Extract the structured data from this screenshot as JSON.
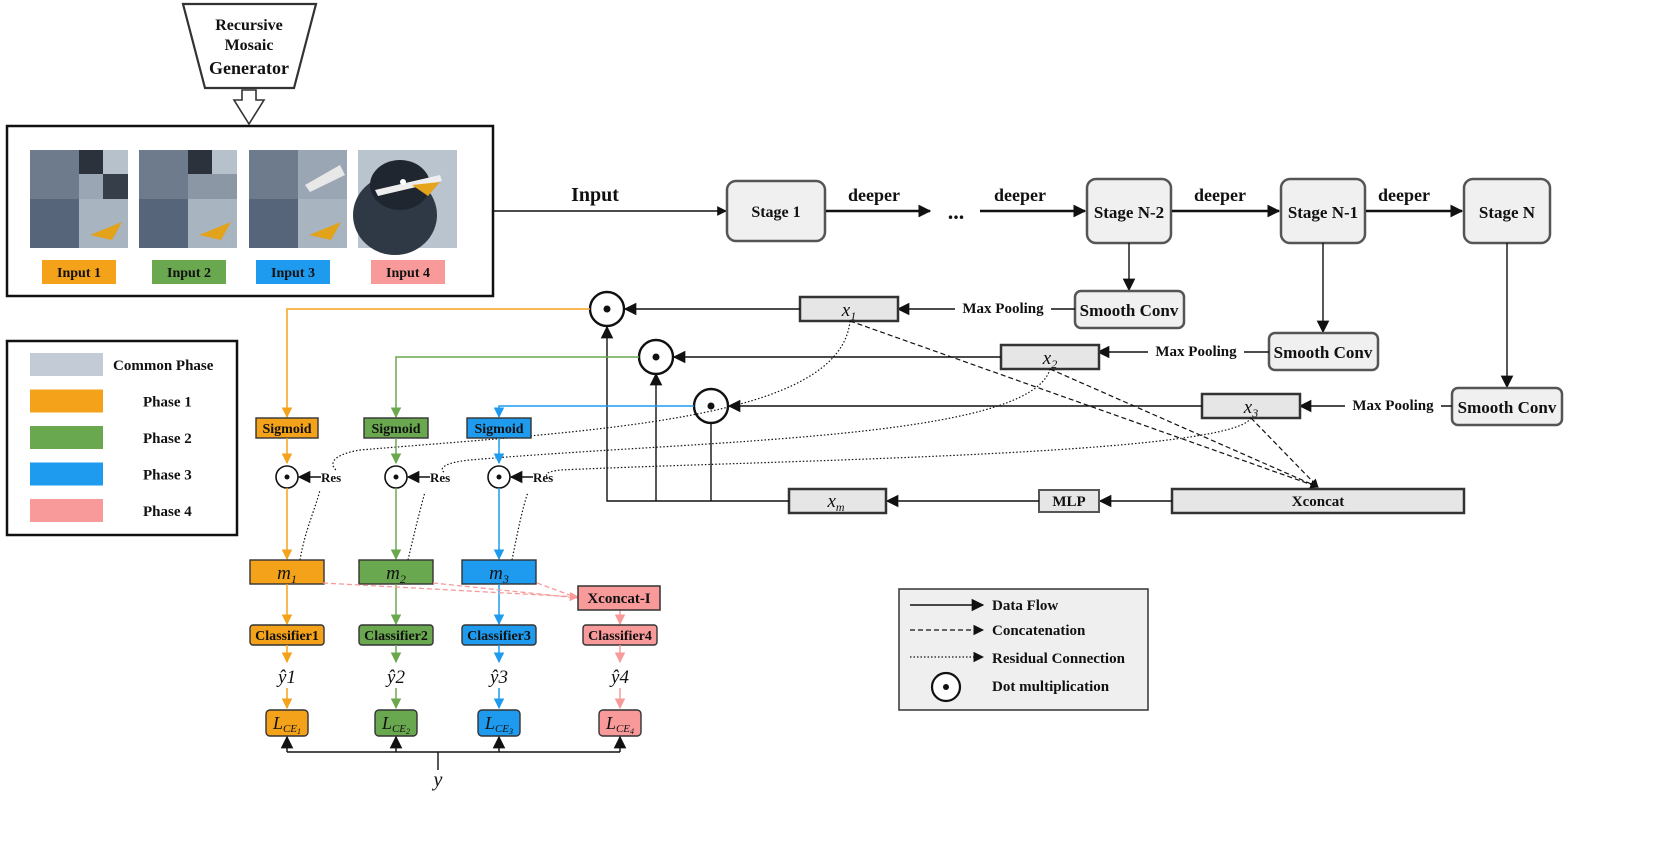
{
  "generator": {
    "line1": "Recursive",
    "line2": "Mosaic",
    "line3": "Generator"
  },
  "inputs": [
    {
      "label": "Input 1",
      "color": "#F5A21B"
    },
    {
      "label": "Input 2",
      "color": "#6AA84F"
    },
    {
      "label": "Input 3",
      "color": "#1E9BEF"
    },
    {
      "label": "Input 4",
      "color": "#F99A9A"
    }
  ],
  "flow": {
    "input_label": "Input",
    "deeper": "deeper",
    "ellipsis": "...",
    "stages": [
      "Stage 1",
      "Stage N-2",
      "Stage N-1",
      "Stage N"
    ],
    "smooth_conv": "Smooth Conv",
    "max_pooling": "Max Pooling",
    "mlp": "MLP",
    "xconcat": "Xconcat",
    "xconcat_i": "Xconcat-I",
    "res": "Res",
    "sigmoid": "Sigmoid",
    "y": "y"
  },
  "legend_phases": [
    {
      "label": "Common Phase",
      "color": "#C3CCD6"
    },
    {
      "label": "Phase 1",
      "color": "#F5A21B"
    },
    {
      "label": "Phase 2",
      "color": "#6AA84F"
    },
    {
      "label": "Phase 3",
      "color": "#1E9BEF"
    },
    {
      "label": "Phase 4",
      "color": "#F99A9A"
    }
  ],
  "branches": [
    {
      "sigmoid": "Sigmoid",
      "m_base": "m",
      "m_sub": "1",
      "classifier": "Classifier1",
      "yhat": "ŷ1",
      "loss_sub": "1",
      "color": "#F5A21B"
    },
    {
      "sigmoid": "Sigmoid",
      "m_base": "m",
      "m_sub": "2",
      "classifier": "Classifier2",
      "yhat": "ŷ2",
      "loss_sub": "2",
      "color": "#6AA84F"
    },
    {
      "sigmoid": "Sigmoid",
      "m_base": "m",
      "m_sub": "3",
      "classifier": "Classifier3",
      "yhat": "ŷ3",
      "loss_sub": "3",
      "color": "#1E9BEF"
    },
    {
      "classifier": "Classifier4",
      "yhat": "ŷ4",
      "loss_sub": "4",
      "color": "#F99A9A"
    }
  ],
  "features": [
    {
      "base": "x",
      "sub": "1"
    },
    {
      "base": "x",
      "sub": "2"
    },
    {
      "base": "x",
      "sub": "3"
    },
    {
      "base": "x",
      "sub": "m"
    }
  ],
  "legend_arrows": {
    "data_flow": "Data Flow",
    "concatenation": "Concatenation",
    "residual": "Residual Connection",
    "dot_mult": "Dot multiplication"
  },
  "loss": {
    "base": "L",
    "sub_prefix": "CE"
  }
}
